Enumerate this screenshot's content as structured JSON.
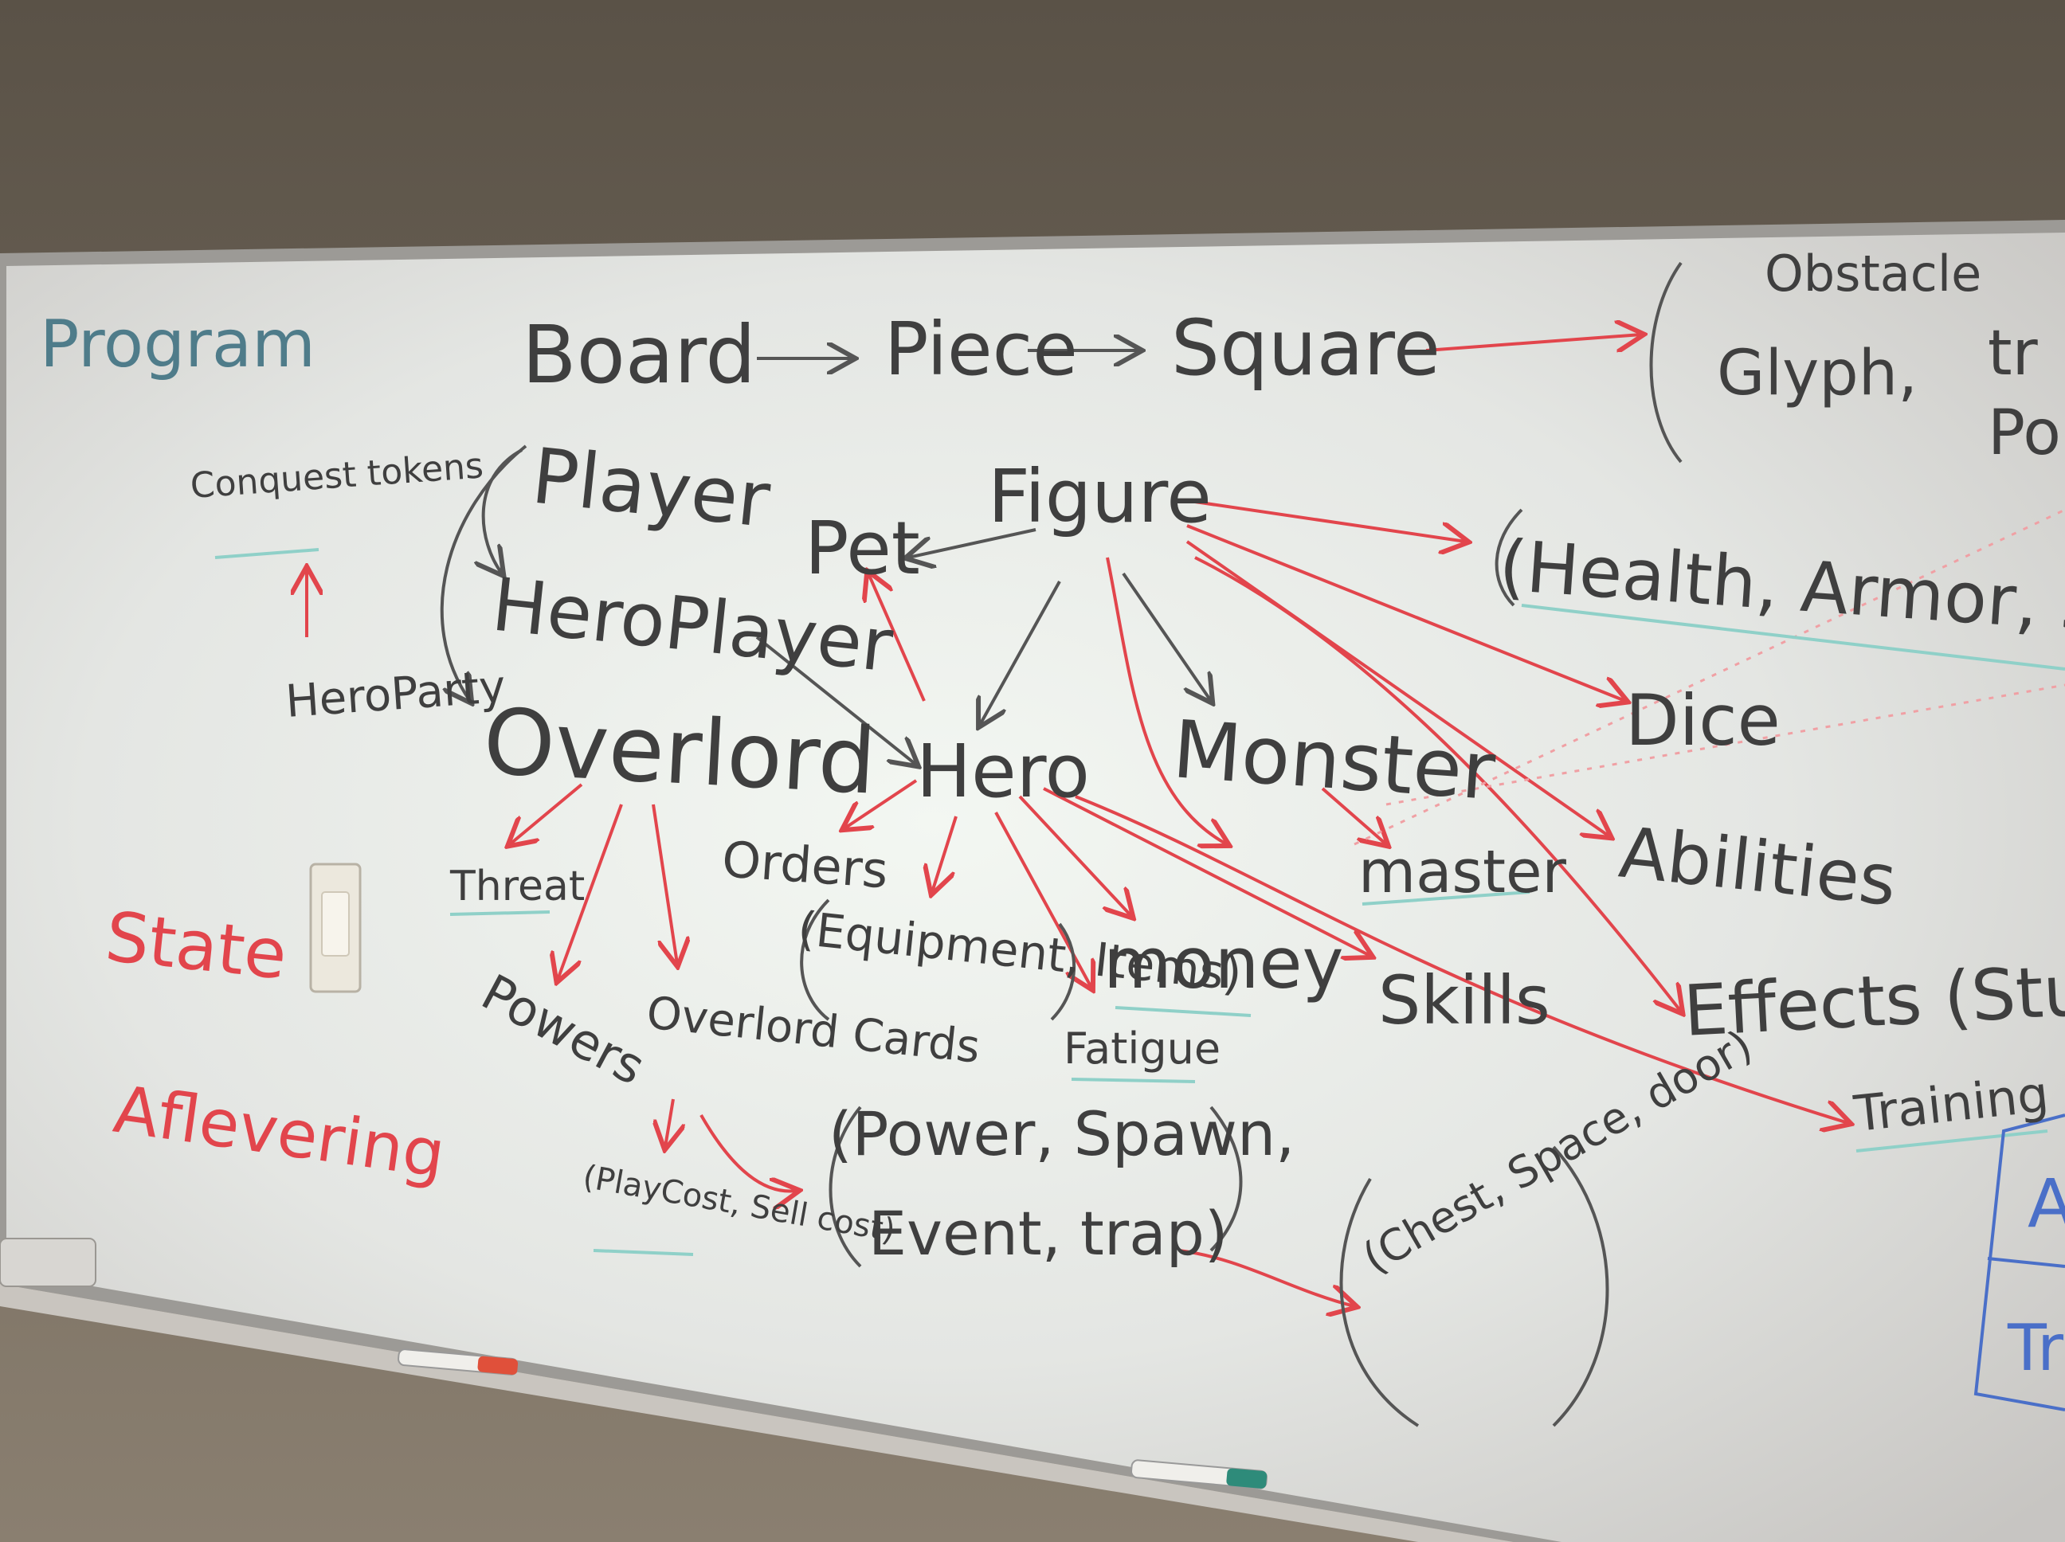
{
  "whiteboard": {
    "left_column": {
      "program": "Program",
      "state": "State",
      "aflevering": "Aflevering"
    },
    "nodes": {
      "board": "Board",
      "piece": "Piece",
      "square": "Square",
      "obstacle": "Obstacle",
      "glyph": "Glyph,",
      "square_tr": "tr",
      "square_po": "Po",
      "player": "Player",
      "hero_player": "HeroPlayer",
      "conquest_tokens": "Conquest tokens",
      "hero_party": "HeroParty",
      "overlord": "Overlord",
      "figure": "Figure",
      "pet": "Pet",
      "hero": "Hero",
      "monster": "Monster",
      "figure_stats": "(Health, Armor, Sp",
      "dice": "Dice",
      "abilities": "Abilities",
      "effects": "Effects (Stu",
      "training": "Training",
      "master": "master",
      "skills": "Skills",
      "orders": "Orders",
      "equipment": "(Equipment, Items)",
      "money": "money",
      "fatigue": "Fatigue",
      "threat": "Threat",
      "powers": "Powers",
      "overlord_cards": "Overlord Cards",
      "play_cost": "(PlayCost, Sell cost)",
      "card_types_line1": "(Power, Spawn,",
      "card_types_line2": "Event, trap)",
      "chest": "(Chest, Space, door)",
      "blue_box_a": "A",
      "blue_box_tr": "Tr"
    }
  }
}
